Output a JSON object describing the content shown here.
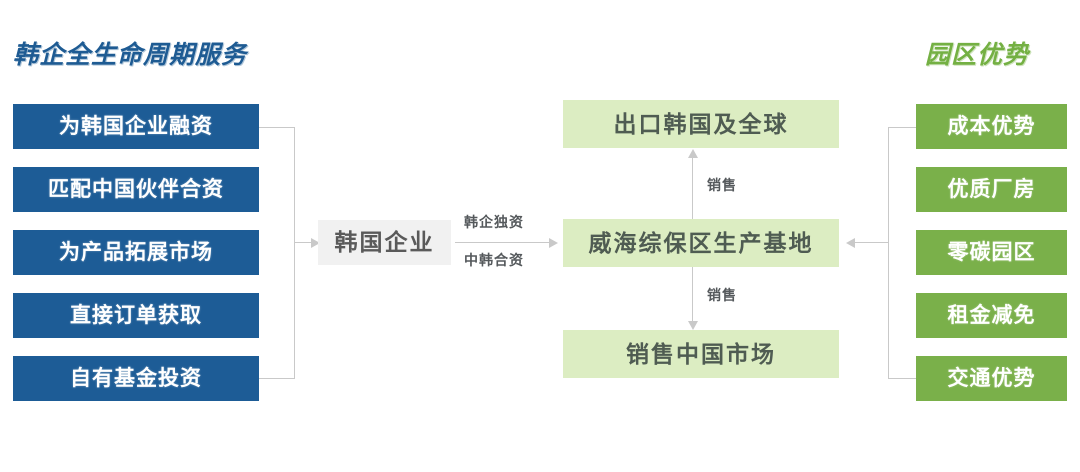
{
  "headers": {
    "left": "韩企全生命周期服务",
    "right": "园区优势"
  },
  "left_services": [
    {
      "label": "为韩国企业融资"
    },
    {
      "label": "匹配中国伙伴合资"
    },
    {
      "label": "为产品拓展市场"
    },
    {
      "label": "直接订单获取"
    },
    {
      "label": "自有基金投资"
    }
  ],
  "center": {
    "entity": "韩国企业",
    "production_base": "威海综保区生产基地",
    "export": "出口韩国及全球",
    "domestic": "销售中国市场"
  },
  "edge_labels": {
    "sole_investment": "韩企独资",
    "joint_venture": "中韩合资",
    "sales_up": "销售",
    "sales_down": "销售"
  },
  "park_advantages": [
    {
      "label": "成本优势"
    },
    {
      "label": "优质厂房"
    },
    {
      "label": "零碳园区"
    },
    {
      "label": "租金减免"
    },
    {
      "label": "交通优势"
    }
  ],
  "colors": {
    "blue": "#1d5c96",
    "green_solid": "#7ab04a",
    "green_light": "#dcedc2",
    "gray": "#f1f1f1",
    "connector": "#c9c9c9",
    "header_blue": "#1e5b93",
    "header_green": "#74b043"
  }
}
